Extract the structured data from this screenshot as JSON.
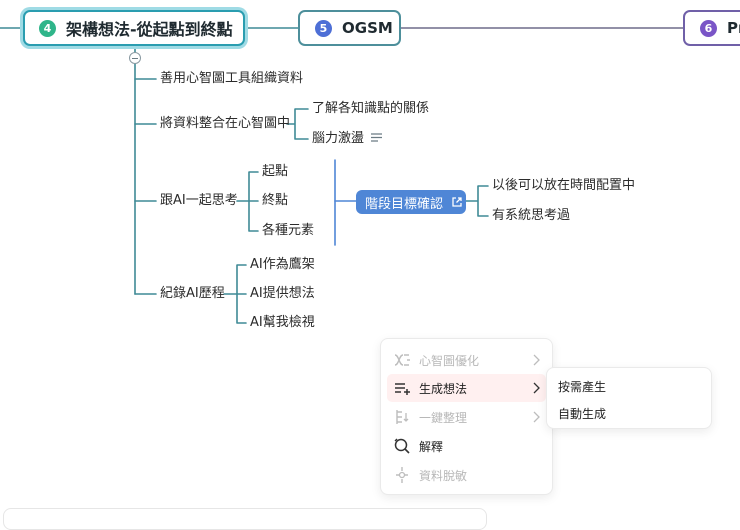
{
  "root": {
    "number": "4",
    "title": "架構想法-從起點到終點"
  },
  "topics": [
    {
      "id": "ogsm",
      "number": "5",
      "title": "OGSM"
    },
    {
      "id": "p",
      "number": "6",
      "title": "Pr"
    }
  ],
  "branches": {
    "b1": "善用心智圖工具組織資料",
    "b2": "將資料整合在心智圖中",
    "b2_children": [
      "了解各知識點的關係",
      "腦力激盪"
    ],
    "b3": "跟AI一起思考",
    "b3_children": [
      "起點",
      "終點",
      "各種元素"
    ],
    "b3_pill": "階段目標確認",
    "b3_pill_children": [
      "以後可以放在時間配置中",
      "有系統思考過"
    ],
    "b4": "紀錄AI歷程",
    "b4_children": [
      "AI作為鷹架",
      "AI提供想法",
      "AI幫我檢視"
    ]
  },
  "context_menu": {
    "items": [
      {
        "label": "心智圖優化",
        "icon": "mindmap-optimize-icon",
        "enabled": false,
        "has_submenu": true
      },
      {
        "label": "生成想法",
        "icon": "generate-ideas-icon",
        "enabled": true,
        "has_submenu": true,
        "active": true
      },
      {
        "label": "一鍵整理",
        "icon": "organize-icon",
        "enabled": false,
        "has_submenu": true
      },
      {
        "label": "解釋",
        "icon": "explain-icon",
        "enabled": true,
        "has_submenu": false
      },
      {
        "label": "資料脫敏",
        "icon": "desensitize-icon",
        "enabled": false,
        "has_submenu": false
      }
    ],
    "submenu": [
      "按需產生",
      "自動生成"
    ]
  },
  "colors": {
    "root_border": "#2a9db0",
    "root_glow": "#9fdbe5",
    "branch_line": "#3f8a96",
    "badge_4": "#2fb58a",
    "badge_5": "#4d6fd6",
    "badge_6": "#7a55c7",
    "pill_bg": "#4f86d6",
    "menu_active_bg": "#fff0f0"
  }
}
